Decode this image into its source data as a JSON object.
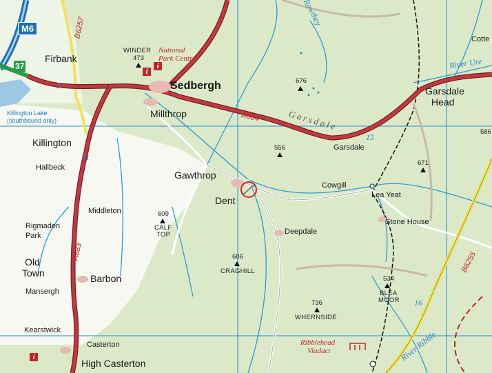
{
  "motorway": {
    "shield": "M6",
    "junction": "37"
  },
  "places": {
    "sedbergh": "Sedbergh",
    "firbank": "Firbank",
    "millthrop": "Millthrop",
    "killington": "Killington",
    "hallbeck": "Hallbeck",
    "gawthrop": "Gawthrop",
    "dent": "Dent",
    "middleton": "Middleton",
    "rigmaden": "Rigmaden",
    "rigmaden_park": "Park",
    "old": "Old",
    "town": "Town",
    "barbon": "Barbon",
    "mansergh": "Mansergh",
    "kearstwick": "Kearstwick",
    "casterton": "Casterton",
    "high_casterton": "High Casterton",
    "garsdale_head_1": "Garsdale",
    "garsdale_head_2": "Head",
    "garsdale": "Garsdale",
    "cowgill": "Cowgill",
    "lea_yeat": "Lea Yeat",
    "stone_house": "Stone House",
    "deepdale": "Deepdale",
    "cotte": "Cotte"
  },
  "hills": {
    "winder": "WINDER",
    "winder_h": "473",
    "h676": "676",
    "h556": "556",
    "h609": "609",
    "calf": "CALF",
    "top": "TOP",
    "h606": "606",
    "craghill": "CRAGHILL",
    "h671": "671",
    "h534": "534",
    "blea": "BLEA",
    "moor": "MOOR",
    "h736": "736",
    "whernside": "WHERNSIDE",
    "h586": "586"
  },
  "roads": {
    "a684": "A684",
    "a683": "A683",
    "b6257": "B6257",
    "b6255": "B6255"
  },
  "water": {
    "garsdale_valley": "Garsdale",
    "river_ure": "River Ure",
    "river_ribble": "River Ribble",
    "rawthey": "Rawthey",
    "killington_lake": "Killington Lake",
    "killington_lake_sub": "(southbound only)"
  },
  "poi": {
    "national": "National",
    "park_centre": "Park Centre",
    "ribblehead": "Ribblehead",
    "viaduct": "Viaduct"
  },
  "grid_numbers": {
    "g15": "15",
    "g16": "16",
    "g5": "5",
    "g71": "71"
  },
  "colors": {
    "land": "#dbe9c9",
    "lowland": "#f6f8f1",
    "a_road": "#b5323b",
    "a_road_casing": "#7a1d22",
    "b_road": "#f2e25a",
    "grid": "#1e8ed6",
    "river": "#2c9ad6",
    "motorway": "#1f6fb3"
  }
}
